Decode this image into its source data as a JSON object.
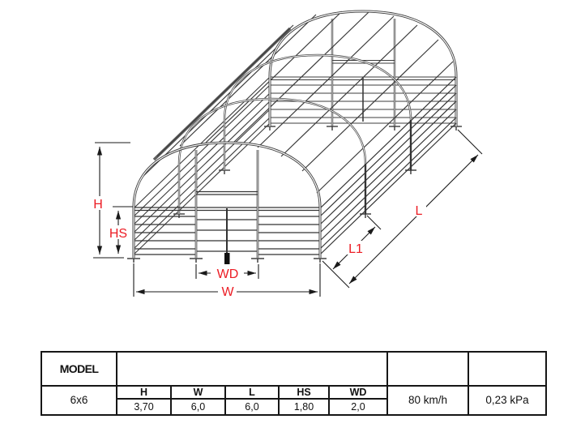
{
  "diagram": {
    "description": "isometric wireframe drawing of 6x6 hoop livestock shelter with corral panels",
    "label_color": "#ec1c24",
    "dimension_labels": {
      "h": "H",
      "hs": "HS",
      "wd": "WD",
      "w": "W",
      "l1": "L1",
      "l": "L"
    }
  },
  "table": {
    "model_header": "MODEL",
    "rows": [
      {
        "model": "6x6",
        "dims": {
          "headers": [
            "H",
            "W",
            "L",
            "HS",
            "WD"
          ],
          "values": [
            "3,70",
            "6,0",
            "6,0",
            "1,80",
            "2,0"
          ]
        },
        "wind_rating": "80 km/h",
        "snow_rating": "0,23 kPa"
      }
    ]
  }
}
